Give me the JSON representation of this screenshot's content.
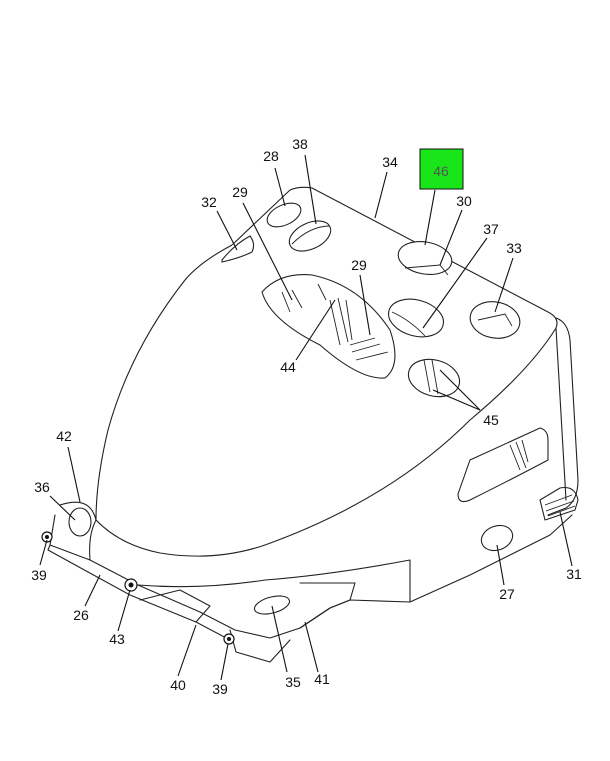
{
  "callouts": {
    "c28": "28",
    "c38": "38",
    "c34": "34",
    "c46": "46",
    "c30": "30",
    "c37": "37",
    "c33": "33",
    "c32": "32",
    "c29a": "29",
    "c29b": "29",
    "c44": "44",
    "c45": "45",
    "c42": "42",
    "c36": "36",
    "c39a": "39",
    "c26": "26",
    "c43": "43",
    "c40": "40",
    "c39b": "39",
    "c35": "35",
    "c41": "41",
    "c27": "27",
    "c31": "31"
  },
  "highlight": {
    "color": "#19e619",
    "part": "46"
  }
}
